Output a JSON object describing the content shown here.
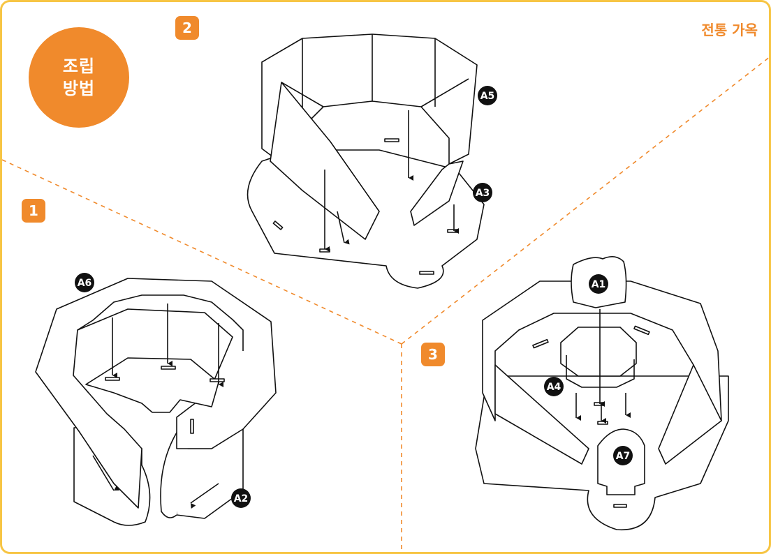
{
  "header": {
    "badge_line1": "조립",
    "badge_line2": "방법",
    "title": "전통 가옥"
  },
  "steps": [
    "1",
    "2",
    "3"
  ],
  "parts": {
    "a1": "A1",
    "a2": "A2",
    "a3": "A3",
    "a4": "A4",
    "a5": "A5",
    "a6": "A6",
    "a7": "A7"
  },
  "colors": {
    "accent": "#f08a2c",
    "frame": "#f7c544",
    "line": "#111111",
    "divider": "#f08a2c"
  }
}
